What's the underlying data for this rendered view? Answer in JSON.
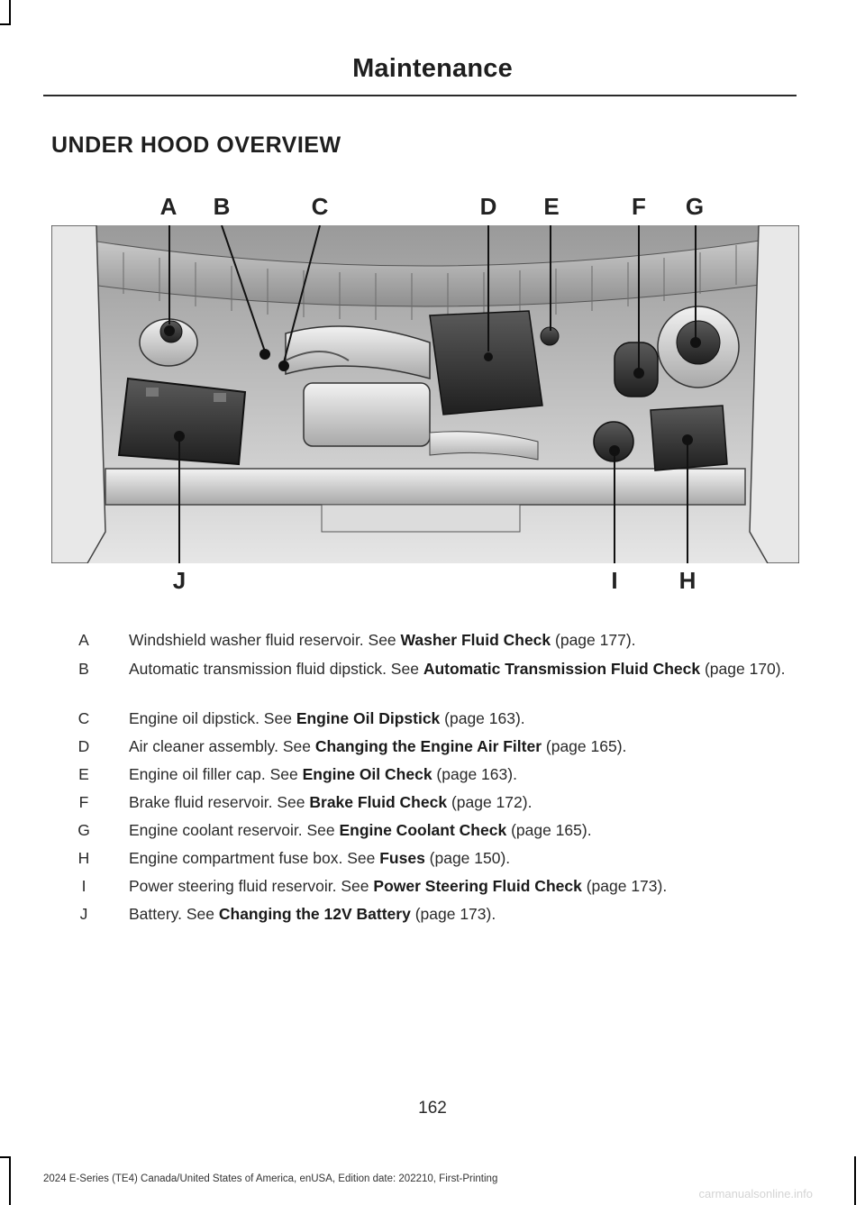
{
  "header": {
    "title": "Maintenance"
  },
  "section": {
    "title": "UNDER HOOD OVERVIEW"
  },
  "figure": {
    "top_letters": [
      "A",
      "B",
      "C",
      "D",
      "E",
      "F",
      "G"
    ],
    "bottom_letters": [
      "J",
      "I",
      "H"
    ]
  },
  "legend": [
    {
      "key": "A",
      "text": "Windshield washer fluid reservoir.  See ",
      "ref": "Washer Fluid Check",
      "page": " (page 177)."
    },
    {
      "key": "B",
      "text": "Automatic transmission fluid dipstick.  See ",
      "ref": "Automatic Transmission Fluid Check",
      "page": " (page 170)."
    },
    {
      "key": "C",
      "text": "Engine oil dipstick. See ",
      "ref": "Engine Oil Dipstick",
      "page": " (page 163)."
    },
    {
      "key": "D",
      "text": "Air cleaner assembly.  See ",
      "ref": "Changing the Engine Air Filter",
      "page": " (page 165)."
    },
    {
      "key": "E",
      "text": "Engine oil filler cap. See ",
      "ref": "Engine Oil Check",
      "page": " (page 163)."
    },
    {
      "key": "F",
      "text": "Brake fluid reservoir.  See ",
      "ref": "Brake Fluid Check",
      "page": " (page 172)."
    },
    {
      "key": "G",
      "text": "Engine coolant reservoir.  See ",
      "ref": "Engine Coolant Check",
      "page": " (page 165)."
    },
    {
      "key": "H",
      "text": "Engine compartment fuse box.  See ",
      "ref": "Fuses",
      "page": " (page 150)."
    },
    {
      "key": "I",
      "text": "Power steering fluid reservoir.  See ",
      "ref": "Power Steering Fluid Check",
      "page": " (page 173)."
    },
    {
      "key": "J",
      "text": "Battery. See ",
      "ref": "Changing the 12V Battery",
      "page": " (page 173)."
    }
  ],
  "page_number": "162",
  "footer": "2024 E-Series (TE4) Canada/United States of America, enUSA, Edition date: 202210, First-Printing",
  "watermark": "carmanualsonline.info"
}
